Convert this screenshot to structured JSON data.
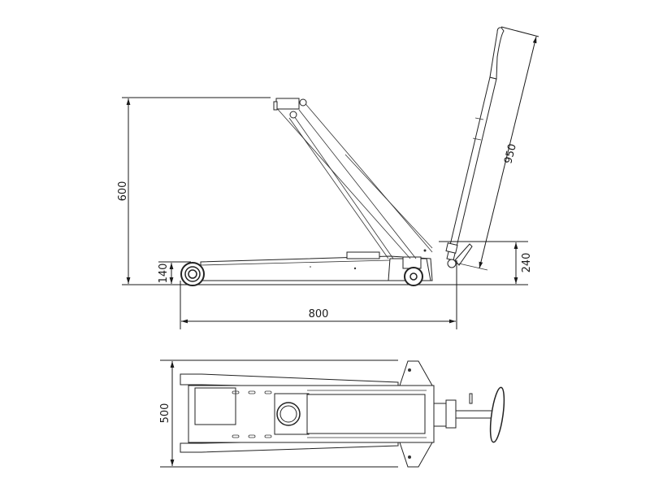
{
  "drawing": {
    "title": "Floor jack dimension drawing",
    "side_view": {
      "dimensions": {
        "max_height": "600",
        "min_height": "140",
        "length": "800",
        "handle_length": "950",
        "handle_pivot_height": "240"
      }
    },
    "top_view": {
      "dimensions": {
        "width": "500"
      }
    }
  }
}
